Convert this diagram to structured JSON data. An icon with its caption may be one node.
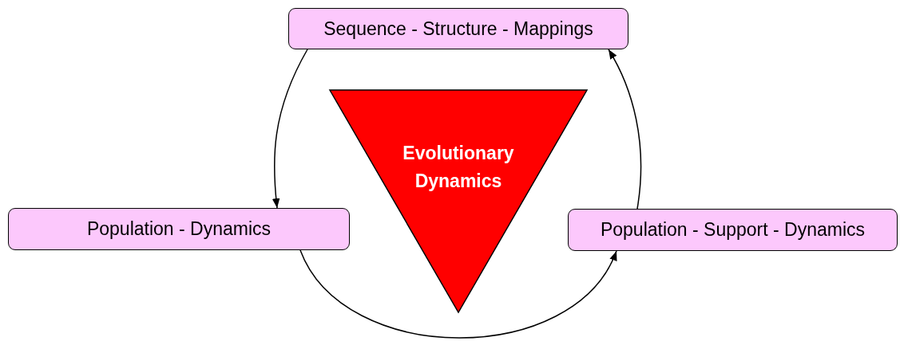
{
  "diagram": {
    "nodes": [
      {
        "text": [
          "Sequence - Structure - Mappings"
        ]
      },
      {
        "text": [
          "Population - Dynamics"
        ]
      },
      {
        "text": [
          "Population - Support - Dynamics"
        ]
      },
      {
        "text": [
          "Evolutionary Dynamics"
        ]
      }
    ],
    "edges": [
      {
        "from": 0,
        "to": 1,
        "arrow": "to"
      },
      {
        "from": 1,
        "to": 2,
        "arrow": "to"
      },
      {
        "from": 2,
        "to": 0,
        "arrow": "to"
      }
    ]
  }
}
